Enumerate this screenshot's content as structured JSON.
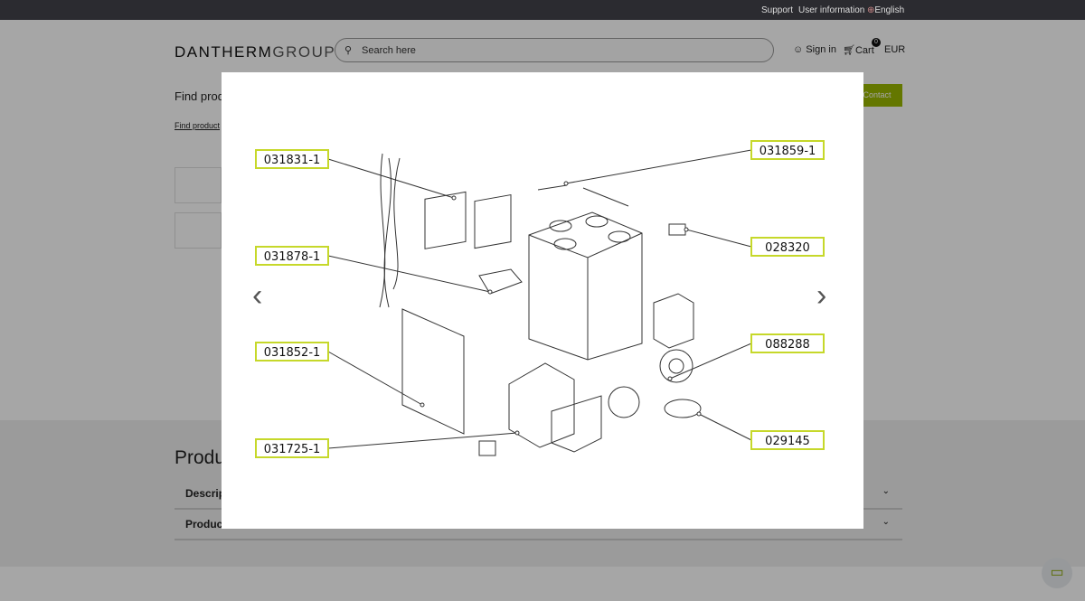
{
  "topbar": {
    "support": "Support",
    "user_information": "User information",
    "language": "English"
  },
  "header": {
    "logo_bold": "DANTHERM",
    "logo_light": "GROUP",
    "search_placeholder": "Search here",
    "sign_in": "Sign in",
    "cart": "Cart",
    "cart_count": "0",
    "currency": "EUR"
  },
  "page": {
    "find_title": "Find prod",
    "find_link": "Find product",
    "contact": "Contact",
    "products_heading": "Produ",
    "accordions": [
      {
        "label": "Descrip"
      },
      {
        "label": "Produc"
      }
    ]
  },
  "modal": {
    "part_labels": [
      "031831-1",
      "031878-1",
      "031852-1",
      "031725-1",
      "031859-1",
      "028320",
      "088288",
      "029145"
    ],
    "prev": "‹",
    "next": "›"
  },
  "colors": {
    "accent": "#9ab700",
    "label_border": "#c6d82a"
  }
}
